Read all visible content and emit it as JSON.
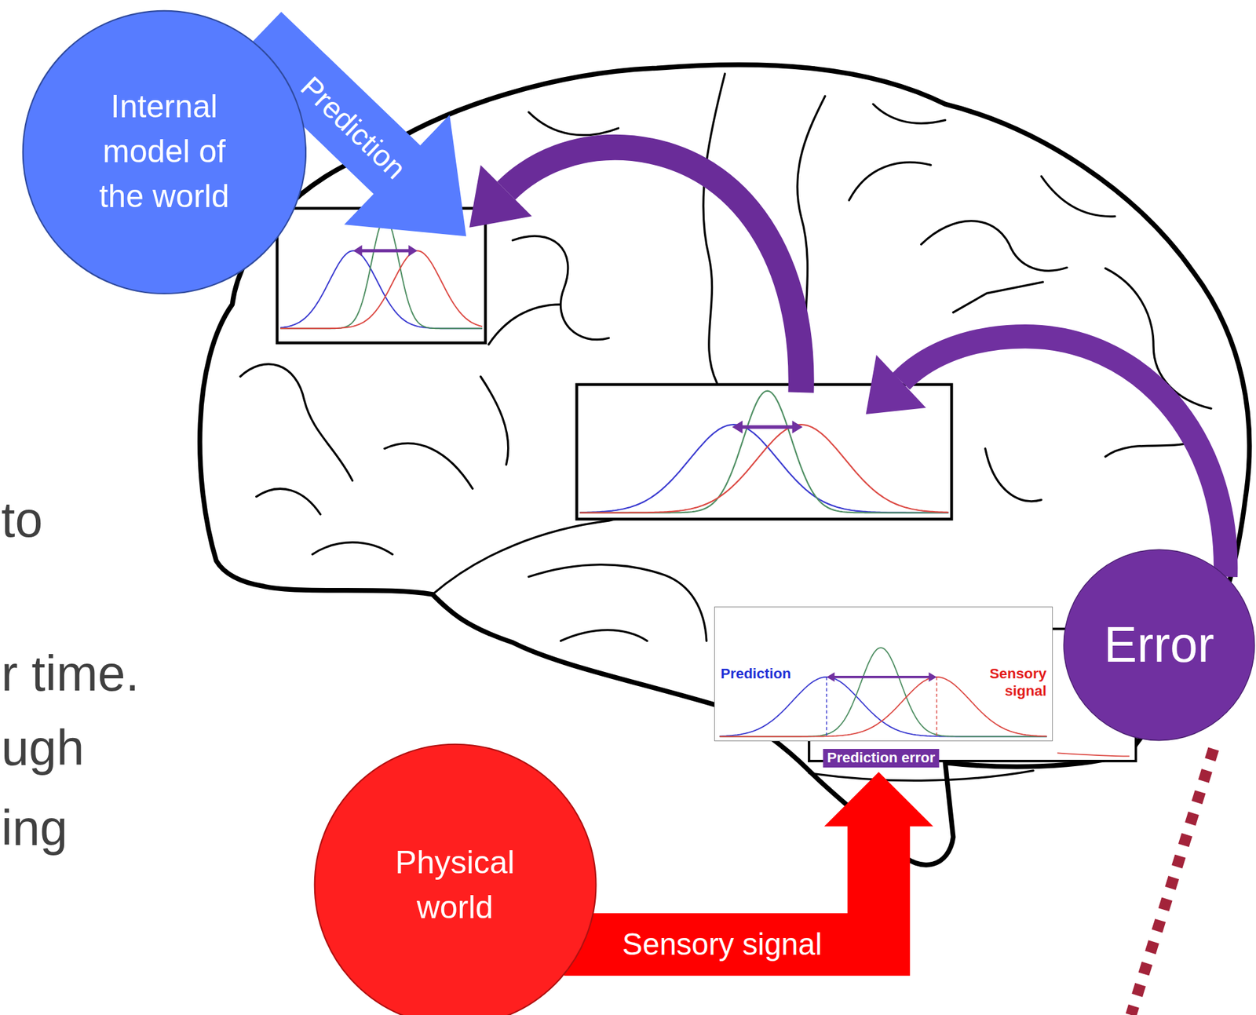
{
  "diagram": {
    "nodes": [
      {
        "text": [
          "Internal model of the world"
        ]
      },
      {
        "text": [
          "Prediction",
          "Sensory signal",
          "Prediction error"
        ]
      },
      {
        "text": [
          "Error"
        ]
      },
      {
        "text": [
          "Physical world"
        ]
      }
    ],
    "edges": [
      {
        "from": 3,
        "to": 1,
        "arrow": "to",
        "label": "Sensory signal"
      }
    ],
    "labels": [
      "Prediction",
      "to",
      "r time.",
      "ugh",
      "ing"
    ]
  }
}
